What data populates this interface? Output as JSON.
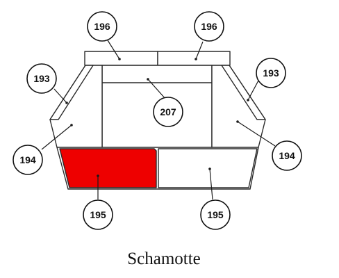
{
  "diagram": {
    "caption": "Schamotte",
    "highlight_color": "#ee0000",
    "callouts": {
      "part_196_left": "196",
      "part_196_right": "196",
      "part_193_left": "193",
      "part_193_right": "193",
      "part_207": "207",
      "part_194_left": "194",
      "part_194_right": "194",
      "part_195_left": "195",
      "part_195_right": "195"
    },
    "highlighted_part": "195"
  }
}
